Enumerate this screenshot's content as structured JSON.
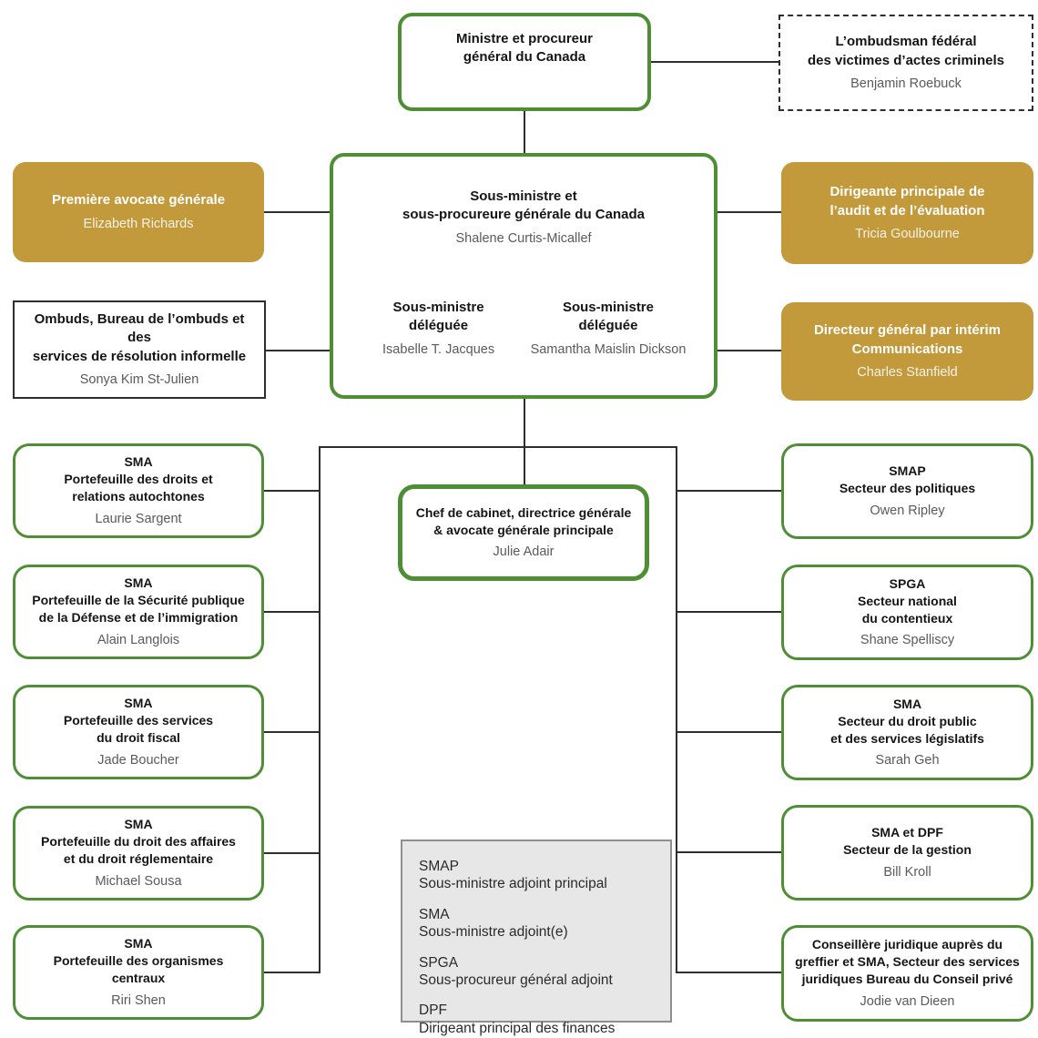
{
  "colors": {
    "accent_green": "#4e8f35",
    "accent_gold": "#c2993b",
    "line": "#2e2e2e",
    "name_text": "#5a5a5a",
    "legend_bg": "#e7e7e7"
  },
  "nodes": {
    "minister": {
      "title": [
        "Ministre et procureur",
        "général du Canada"
      ]
    },
    "ombudsman": {
      "title": [
        "L’ombudsman fédéral",
        "des victimes d’actes criminels"
      ],
      "person": "Benjamin Roebuck"
    },
    "deputy": {
      "title": [
        "Sous-ministre et",
        "sous-procureure générale du Canada"
      ],
      "person": "Shalene Curtis-Micallef",
      "associates": [
        {
          "title": [
            "Sous-ministre",
            "déléguée"
          ],
          "person": "Isabelle T. Jacques"
        },
        {
          "title": [
            "Sous-ministre",
            "déléguée"
          ],
          "person": "Samantha Maislin Dickson"
        }
      ]
    },
    "first_general_counsel": {
      "title": [
        "Première avocate générale"
      ],
      "person": "Elizabeth Richards"
    },
    "audit_chief": {
      "title": [
        "Dirigeante principale de",
        "l’audit et de l’évaluation"
      ],
      "person": "Tricia Goulbourne"
    },
    "ombuds_office": {
      "title": [
        "Ombuds, Bureau de l’ombuds et des",
        "services de résolution informelle"
      ],
      "person": "Sonya Kim St-Julien"
    },
    "communications": {
      "title": [
        "Directeur général par intérim",
        "Communications"
      ],
      "person": "Charles Stanfield"
    },
    "chief_of_staff": {
      "title": [
        "Chef de cabinet, directrice générale",
        "& avocate générale principale"
      ],
      "person": "Julie Adair"
    },
    "left_column": [
      {
        "title": [
          "SMA",
          "Portefeuille des droits et",
          "relations autochtones"
        ],
        "person": "Laurie Sargent"
      },
      {
        "title": [
          "SMA",
          "Portefeuille de la Sécurité publique",
          "de la Défense et de l’immigration"
        ],
        "person": "Alain Langlois"
      },
      {
        "title": [
          "SMA",
          "Portefeuille des services",
          "du droit fiscal"
        ],
        "person": "Jade Boucher"
      },
      {
        "title": [
          "SMA",
          "Portefeuille du droit des affaires",
          "et du droit réglementaire"
        ],
        "person": "Michael Sousa"
      },
      {
        "title": [
          "SMA",
          "Portefeuille des organismes",
          "centraux"
        ],
        "person": "Riri Shen"
      }
    ],
    "right_column": [
      {
        "title": [
          "SMAP",
          "Secteur des politiques"
        ],
        "person": "Owen Ripley"
      },
      {
        "title": [
          "SPGA",
          "Secteur national",
          "du contentieux"
        ],
        "person": "Shane Spelliscy"
      },
      {
        "title": [
          "SMA",
          "Secteur du droit public",
          "et des services législatifs"
        ],
        "person": "Sarah Geh"
      },
      {
        "title": [
          "SMA et DPF",
          "Secteur de la gestion"
        ],
        "person": "Bill Kroll"
      },
      {
        "title": [
          "Conseillère juridique auprès du",
          "greffier et SMA, Secteur des services",
          "juridiques Bureau du Conseil privé"
        ],
        "person": "Jodie van Dieen"
      }
    ]
  },
  "legend": {
    "items": [
      {
        "abbr": "SMAP",
        "def": "Sous-ministre adjoint principal"
      },
      {
        "abbr": "SMA",
        "def": "Sous-ministre adjoint(e)"
      },
      {
        "abbr": "SPGA",
        "def": "Sous-procureur général adjoint"
      },
      {
        "abbr": "DPF",
        "def": "Dirigeant principal des finances"
      }
    ]
  }
}
